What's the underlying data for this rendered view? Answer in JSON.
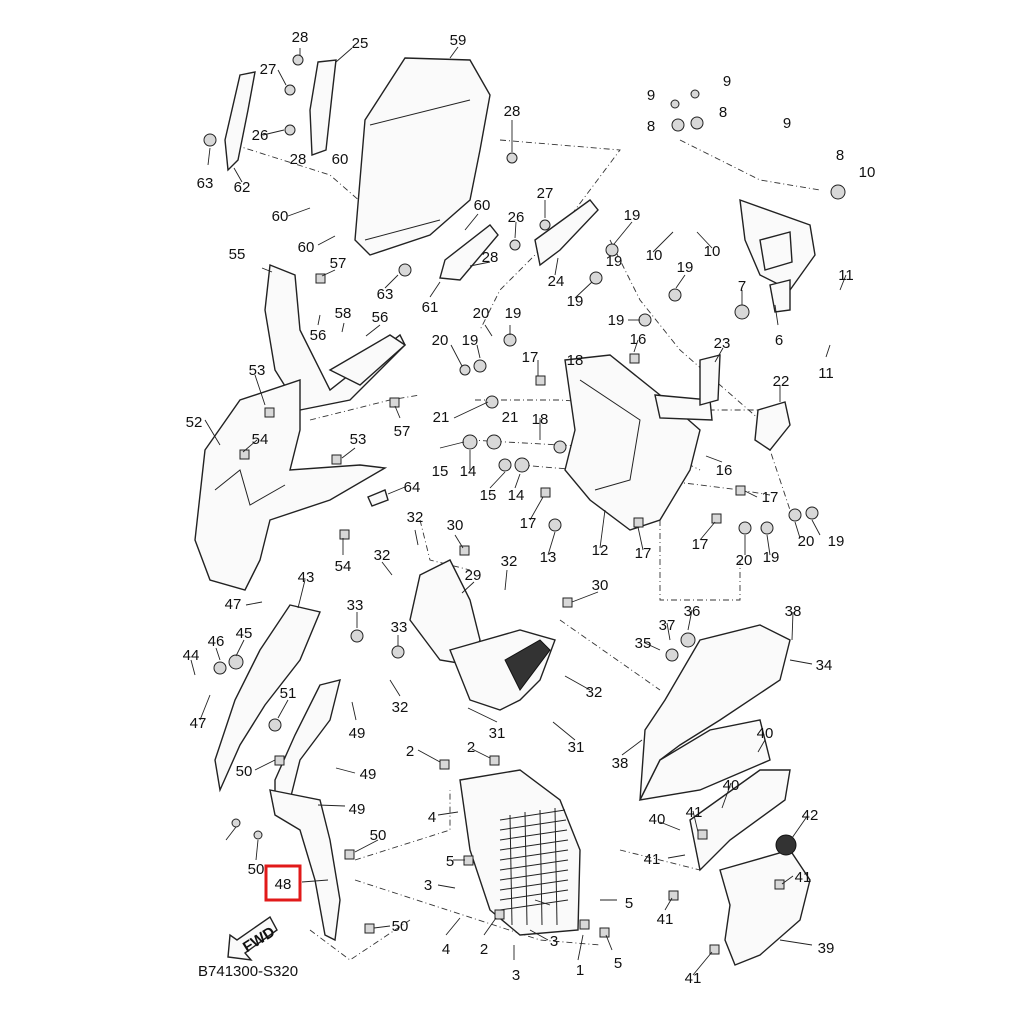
{
  "diagram": {
    "code": "B741300-S320",
    "fwd_label": "FWD",
    "highlight_color": "#e11a1a",
    "highlighted_part": "48"
  }
}
